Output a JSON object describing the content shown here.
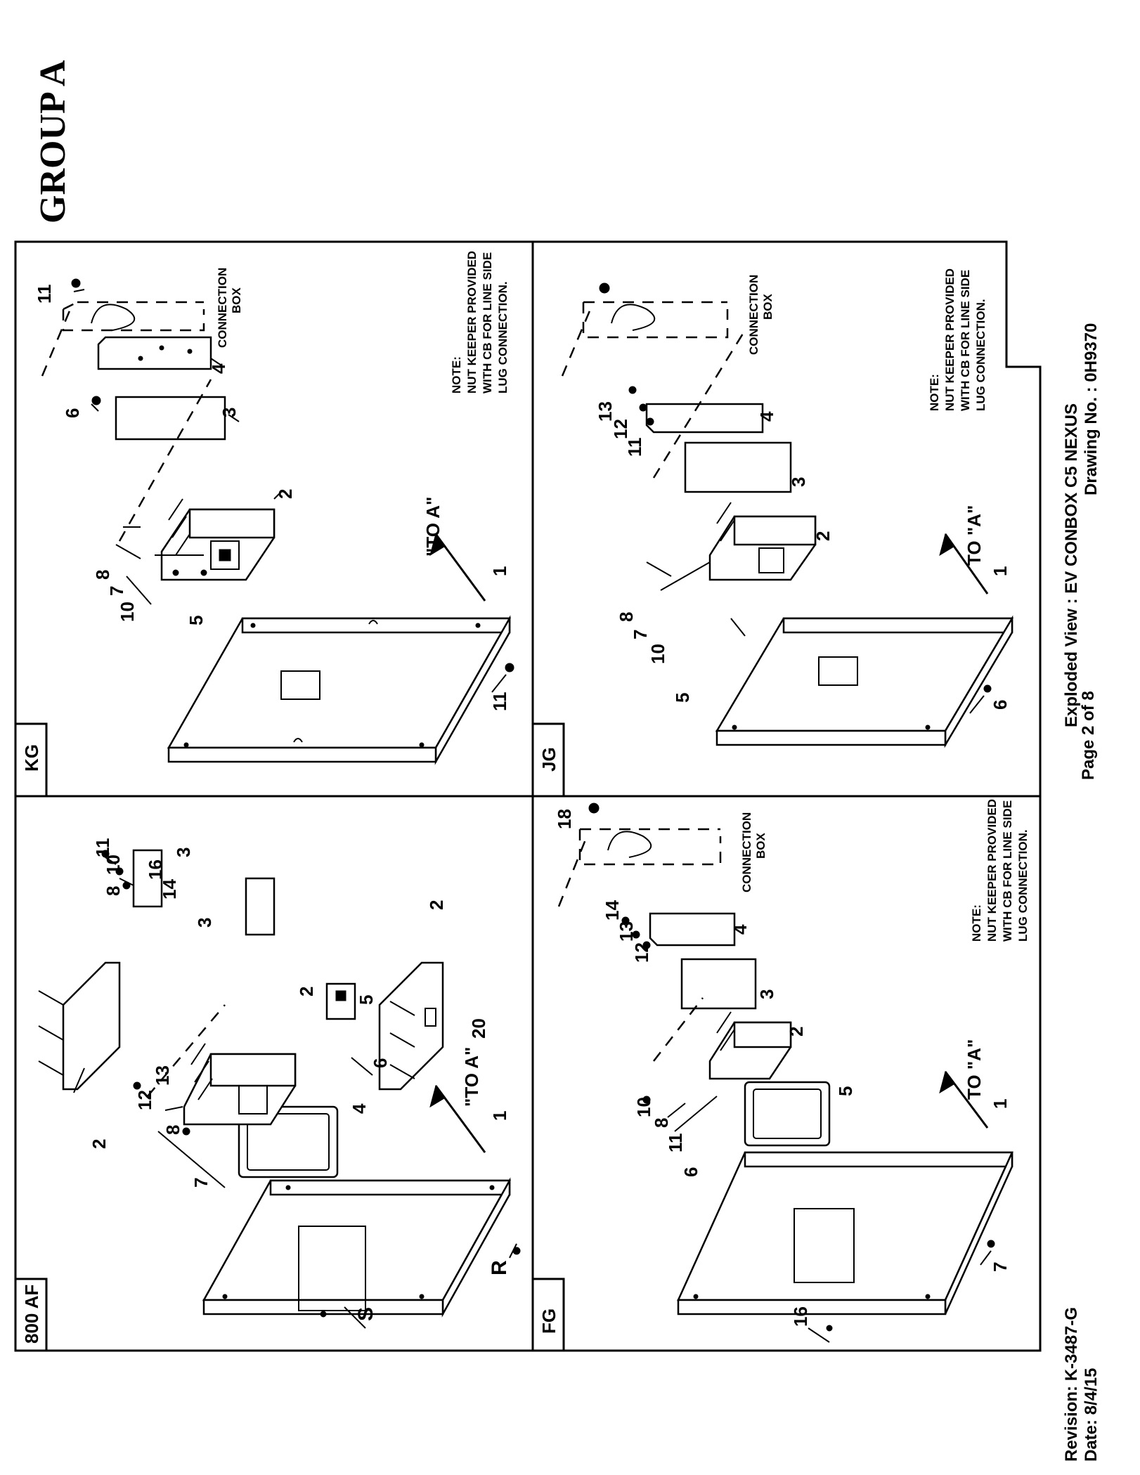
{
  "header": {
    "group_title": "GROUP A"
  },
  "title_block": {
    "view": "Exploded View : EV CONBOX C5 NEXUS",
    "drawing_no": "Drawing No. : 0H9370",
    "page": "Page 2 of  8",
    "revision": "Revision: K-3487-G",
    "date": "Date: 8/4/15"
  },
  "panels": {
    "kg": {
      "label": "KG",
      "to_a": "\"TO A\"",
      "connection_box": [
        "CONNECTION",
        "BOX"
      ],
      "note": [
        "NOTE:",
        "NUT KEEPER PROVIDED",
        "WITH CB FOR LINE SIDE",
        "LUG CONNECTION."
      ],
      "callouts": [
        "11",
        "6",
        "4",
        "3",
        "2",
        "8",
        "7",
        "10",
        "5",
        "1",
        "11"
      ]
    },
    "af800": {
      "label": "800 AF",
      "to_a": "\"TO A\"",
      "callouts": [
        "11",
        "10",
        "8",
        "16",
        "14",
        "3",
        "3",
        "2",
        "2",
        "13",
        "12",
        "8",
        "7",
        "4",
        "5",
        "6",
        "2",
        "20",
        "1",
        "R",
        "S"
      ]
    },
    "jg": {
      "label": "JG",
      "to_a": "TO \"A\"",
      "connection_box": [
        "CONNECTION",
        "BOX"
      ],
      "note": [
        "NOTE:",
        "NUT KEEPER PROVIDED",
        "WITH CB FOR LINE SIDE",
        "LUG CONNECTION."
      ],
      "callouts": [
        "13",
        "12",
        "11",
        "4",
        "3",
        "2",
        "8",
        "7",
        "10",
        "5",
        "1",
        "6"
      ]
    },
    "fg": {
      "label": "FG",
      "to_a": "TO \"A\"",
      "connection_box": [
        "CONNECTION",
        "BOX"
      ],
      "note": [
        "NOTE:",
        "NUT KEEPER PROVIDED",
        "WITH CB FOR LINE SIDE",
        "LUG CONNECTION."
      ],
      "callouts": [
        "18",
        "14",
        "13",
        "12",
        "4",
        "3",
        "2",
        "10",
        "8",
        "11",
        "6",
        "5",
        "1",
        "7",
        "16"
      ]
    }
  }
}
